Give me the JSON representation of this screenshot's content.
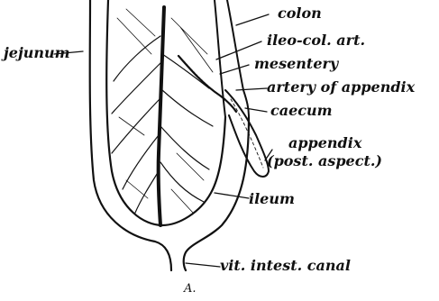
{
  "figure": {
    "caption": "A.",
    "labels": {
      "jejunum": "jejunum",
      "colon": "colon",
      "ileocolic_artery": "ileo-col. art.",
      "mesentery": "mesentery",
      "artery_of_appendix": "artery of appendix",
      "caecum": "caecum",
      "appendix": "appendix",
      "appendix_note": "(post. aspect.)",
      "ileum": "ileum",
      "vitelline_canal": "vit. intest. canal"
    }
  }
}
